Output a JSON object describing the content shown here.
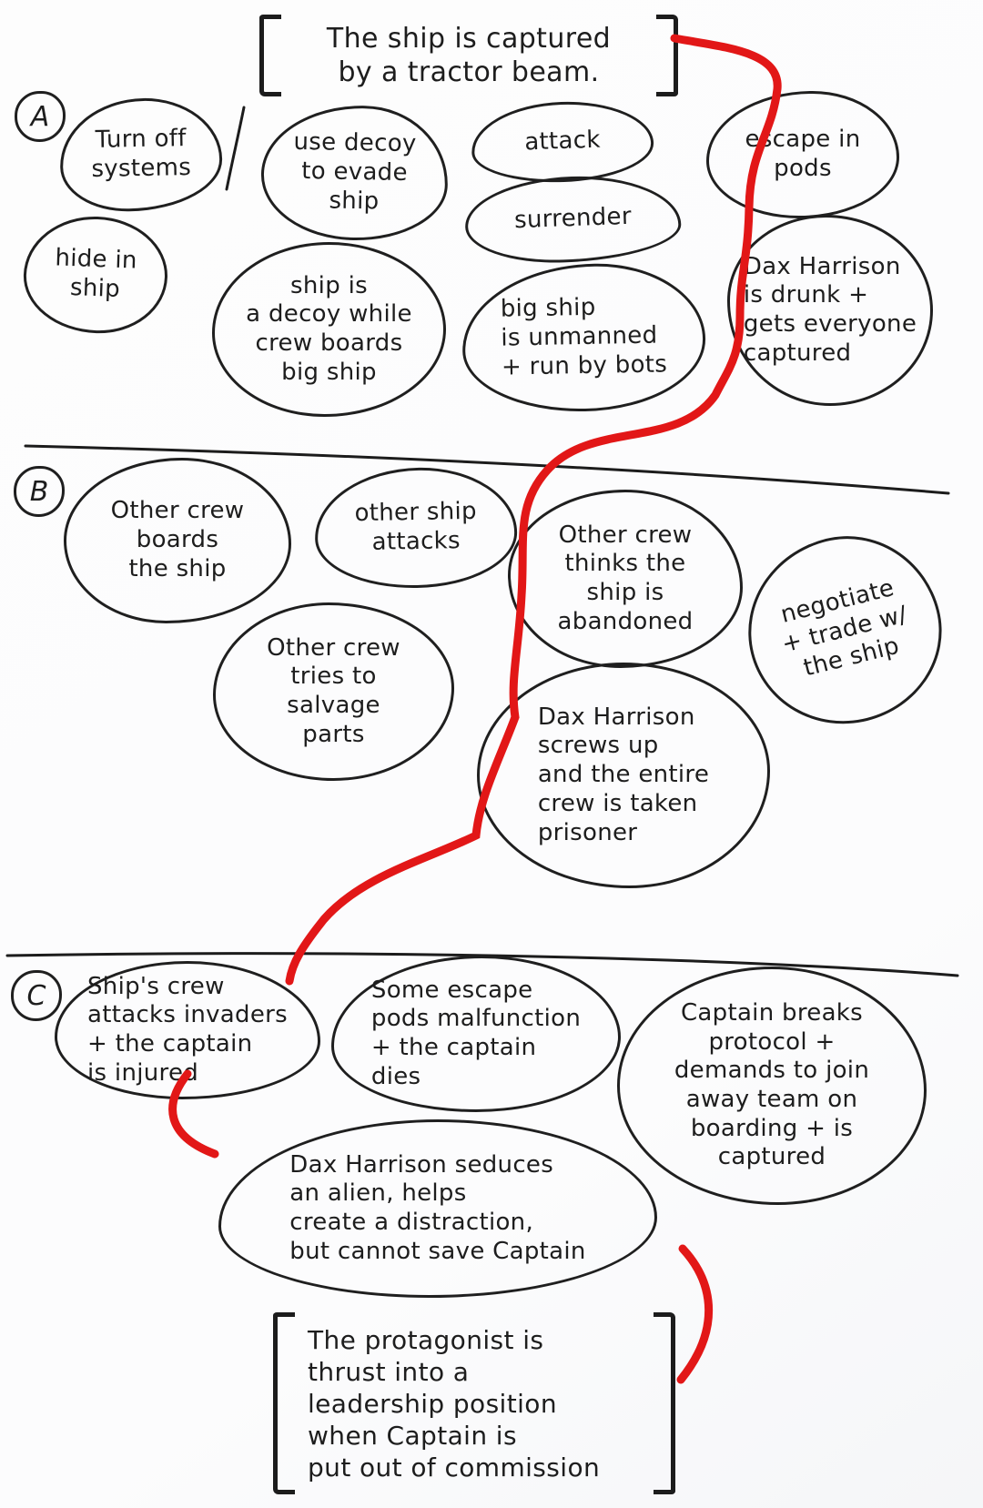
{
  "colors": {
    "ink": "#1d1d1d",
    "marker_red": "#e21717",
    "paper": "#fdfdfd"
  },
  "title_bracket": {
    "text": "The ship is captured\nby a tractor beam."
  },
  "sections": [
    {
      "label": "A",
      "bubbles": [
        {
          "name": "turn-off-systems",
          "text": "Turn off\nsystems"
        },
        {
          "name": "use-decoy",
          "text": "use decoy\nto evade\nship"
        },
        {
          "name": "attack",
          "text": "attack"
        },
        {
          "name": "surrender",
          "text": "surrender"
        },
        {
          "name": "escape-in-pods",
          "text": "escape in\npods"
        },
        {
          "name": "hide-in-ship",
          "text": "hide in\nship"
        },
        {
          "name": "ship-decoy-crew-boards",
          "text": "ship is\na decoy while\ncrew boards\nbig ship"
        },
        {
          "name": "big-ship-unmanned",
          "text": "big ship\nis unmanned\n+ run by bots"
        },
        {
          "name": "dax-drunk-captured",
          "text": "Dax Harrison\nis drunk +\ngets everyone\ncaptured"
        }
      ]
    },
    {
      "label": "B",
      "bubbles": [
        {
          "name": "other-crew-boards",
          "text": "Other crew\nboards\nthe ship"
        },
        {
          "name": "other-ship-attacks",
          "text": "other ship\nattacks"
        },
        {
          "name": "crew-thinks-abandoned",
          "text": "Other crew\nthinks the\nship is\nabandoned"
        },
        {
          "name": "negotiate-trade",
          "text": "negotiate\n+ trade w/\nthe ship"
        },
        {
          "name": "crew-salvage-parts",
          "text": "Other crew\ntries to\nsalvage\nparts"
        },
        {
          "name": "dax-screws-up",
          "text": "Dax Harrison\nscrews up\nand the entire\ncrew is taken\nprisoner"
        }
      ]
    },
    {
      "label": "C",
      "bubbles": [
        {
          "name": "crew-attacks-invaders",
          "text": "Ship's crew\nattacks invaders\n+ the captain\nis injured"
        },
        {
          "name": "pods-malfunction",
          "text": "Some escape\npods malfunction\n+ the captain\ndies"
        },
        {
          "name": "captain-breaks-protocol",
          "text": "Captain breaks\nprotocol +\ndemands to join\naway team on\nboarding + is\ncaptured"
        },
        {
          "name": "dax-seduces-alien",
          "text": "Dax Harrison seduces\nan alien, helps\ncreate a distraction,\nbut cannot save Captain"
        }
      ]
    }
  ],
  "footer_bracket": {
    "text": "The protagonist is\nthrust into a\nleadership position\nwhen Captain is\nput out of commission"
  }
}
